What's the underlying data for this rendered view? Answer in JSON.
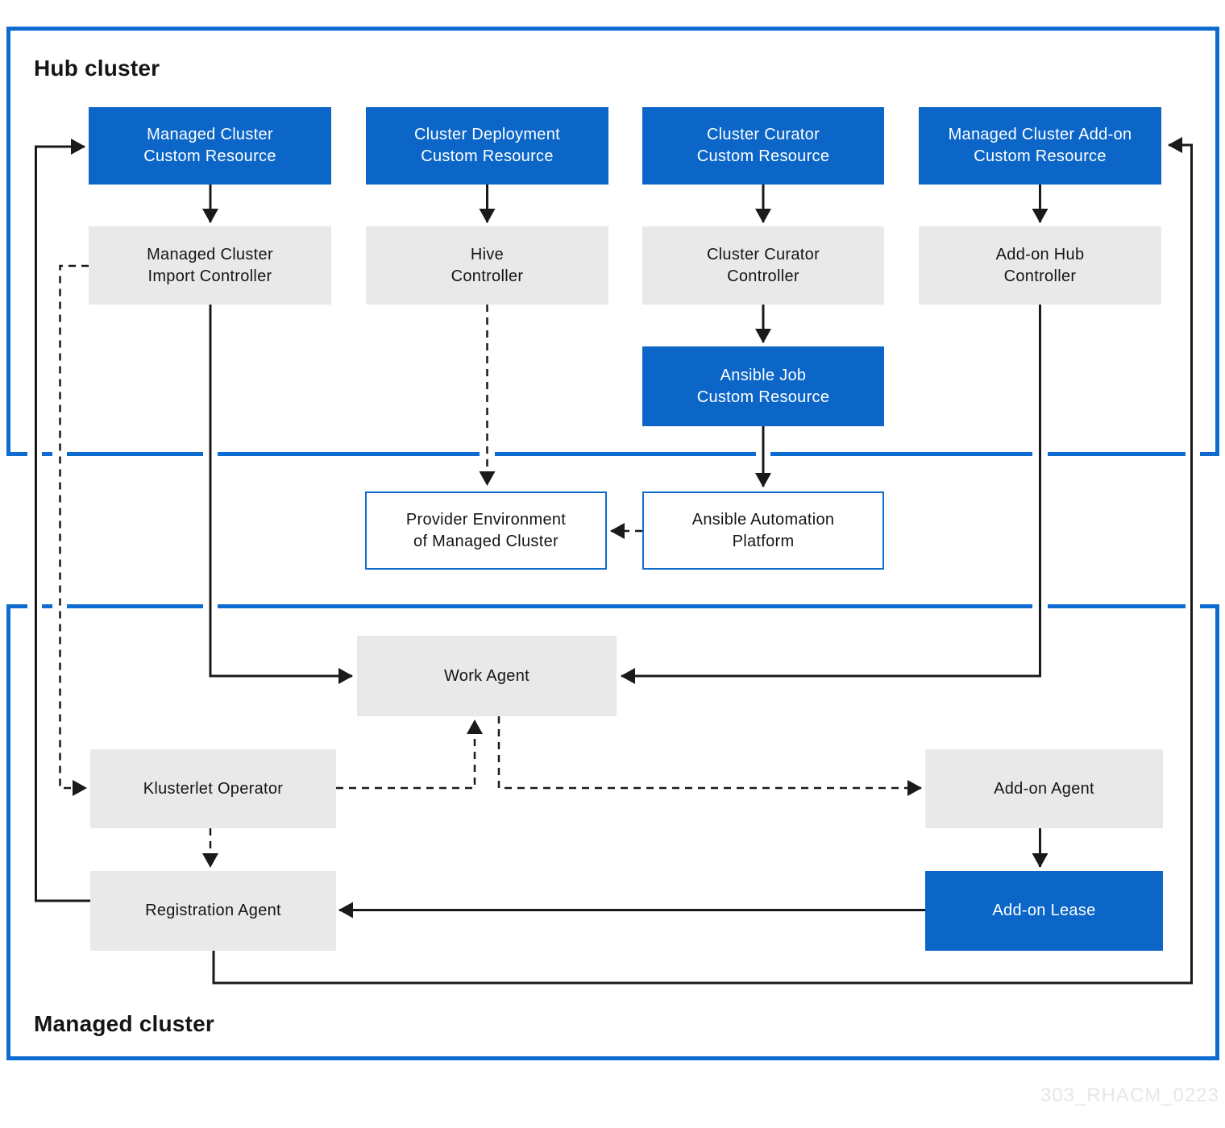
{
  "diagram": {
    "hub_cluster_label": "Hub cluster",
    "managed_cluster_label": "Managed cluster",
    "watermark": "303_RHACM_0223",
    "colors": {
      "box_blue": "#0b66c8",
      "box_gray": "#e9e9e9",
      "outline_blue": "#0e6cd0",
      "container_blue": "#0e6cd0",
      "line_black": "#1a1a1a",
      "text_dark": "#151515",
      "text_white": "#ffffff",
      "watermark_gray": "#e7e7e7"
    },
    "nodes": {
      "managed_cluster_cr": {
        "label": "Managed Cluster\nCustom Resource",
        "type": "custom-resource"
      },
      "cluster_deployment_cr": {
        "label": "Cluster Deployment\nCustom Resource",
        "type": "custom-resource"
      },
      "cluster_curator_cr": {
        "label": "Cluster Curator\nCustom Resource",
        "type": "custom-resource"
      },
      "managed_cluster_addon_cr": {
        "label": "Managed Cluster Add-on\nCustom Resource",
        "type": "custom-resource"
      },
      "managed_cluster_import_controller": {
        "label": "Managed Cluster\nImport Controller",
        "type": "controller"
      },
      "hive_controller": {
        "label": "Hive\nController",
        "type": "controller"
      },
      "cluster_curator_controller": {
        "label": "Cluster Curator\nController",
        "type": "controller"
      },
      "addon_hub_controller": {
        "label": "Add-on Hub\nController",
        "type": "controller"
      },
      "ansible_job_cr": {
        "label": "Ansible Job\nCustom Resource",
        "type": "custom-resource"
      },
      "provider_environment": {
        "label": "Provider Environment\nof Managed Cluster",
        "type": "external"
      },
      "ansible_automation_platform": {
        "label": "Ansible Automation\nPlatform",
        "type": "external"
      },
      "work_agent": {
        "label": "Work Agent",
        "type": "agent"
      },
      "klusterlet_operator": {
        "label": "Klusterlet Operator",
        "type": "agent"
      },
      "addon_agent": {
        "label": "Add-on Agent",
        "type": "agent"
      },
      "registration_agent": {
        "label": "Registration Agent",
        "type": "agent"
      },
      "addon_lease": {
        "label": "Add-on Lease",
        "type": "custom-resource"
      }
    },
    "edges": [
      {
        "from": "managed_cluster_cr",
        "to": "managed_cluster_import_controller",
        "style": "solid"
      },
      {
        "from": "cluster_deployment_cr",
        "to": "hive_controller",
        "style": "solid"
      },
      {
        "from": "cluster_curator_cr",
        "to": "cluster_curator_controller",
        "style": "solid"
      },
      {
        "from": "managed_cluster_addon_cr",
        "to": "addon_hub_controller",
        "style": "solid"
      },
      {
        "from": "cluster_curator_controller",
        "to": "ansible_job_cr",
        "style": "solid"
      },
      {
        "from": "ansible_job_cr",
        "to": "ansible_automation_platform",
        "style": "solid"
      },
      {
        "from": "hive_controller",
        "to": "provider_environment",
        "style": "dashed"
      },
      {
        "from": "ansible_automation_platform",
        "to": "provider_environment",
        "style": "dashed"
      },
      {
        "from": "managed_cluster_import_controller",
        "to": "work_agent",
        "style": "solid"
      },
      {
        "from": "addon_hub_controller",
        "to": "work_agent",
        "style": "solid"
      },
      {
        "from": "managed_cluster_import_controller",
        "to": "klusterlet_operator",
        "style": "dashed"
      },
      {
        "from": "klusterlet_operator",
        "to": "work_agent",
        "style": "dashed"
      },
      {
        "from": "work_agent",
        "to": "addon_agent",
        "style": "dashed"
      },
      {
        "from": "klusterlet_operator",
        "to": "registration_agent",
        "style": "dashed"
      },
      {
        "from": "addon_agent",
        "to": "addon_lease",
        "style": "solid"
      },
      {
        "from": "addon_lease",
        "to": "registration_agent",
        "style": "solid"
      },
      {
        "from": "registration_agent",
        "to": "managed_cluster_cr",
        "style": "solid"
      },
      {
        "from": "registration_agent",
        "to": "managed_cluster_addon_cr",
        "style": "solid"
      }
    ]
  }
}
